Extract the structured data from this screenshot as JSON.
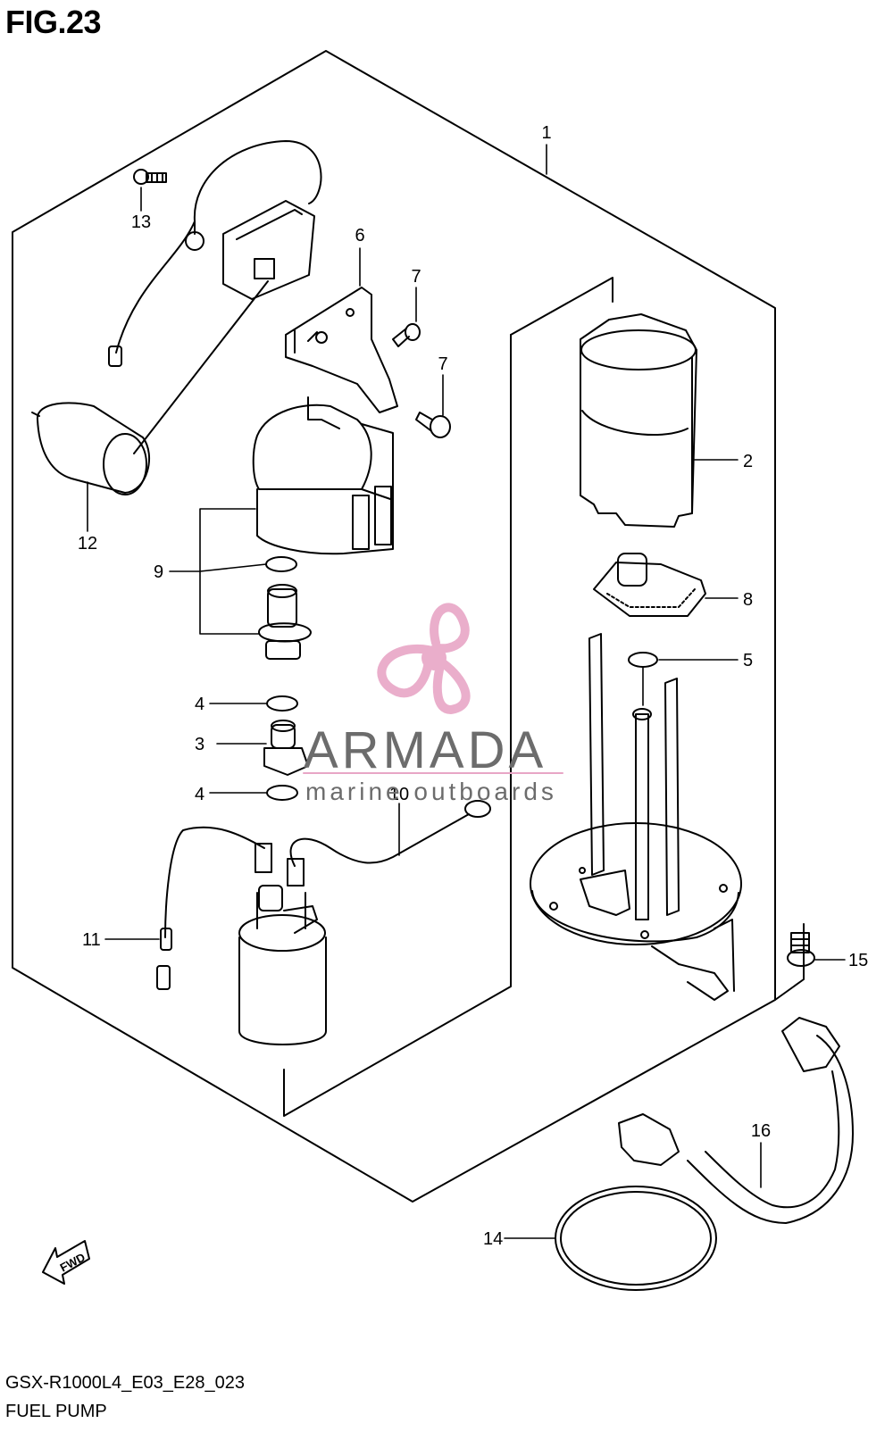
{
  "title": "FIG.23",
  "model_code": "GSX-R1000L4_E03_E28_023",
  "caption": "FUEL PUMP",
  "fwd_label": "FWD",
  "watermark": {
    "name": "ARMADA",
    "tagline": "marine outboards",
    "accent_color": "#e8a6c6",
    "text_color": "#6c6c6c"
  },
  "callouts": [
    {
      "id": "c1",
      "label": "1"
    },
    {
      "id": "c2",
      "label": "2"
    },
    {
      "id": "c3",
      "label": "3"
    },
    {
      "id": "c4a",
      "label": "4"
    },
    {
      "id": "c4b",
      "label": "4"
    },
    {
      "id": "c5",
      "label": "5"
    },
    {
      "id": "c6",
      "label": "6"
    },
    {
      "id": "c7a",
      "label": "7"
    },
    {
      "id": "c7b",
      "label": "7"
    },
    {
      "id": "c8",
      "label": "8"
    },
    {
      "id": "c9",
      "label": "9"
    },
    {
      "id": "c10",
      "label": "10"
    },
    {
      "id": "c11",
      "label": "11"
    },
    {
      "id": "c12",
      "label": "12"
    },
    {
      "id": "c13",
      "label": "13"
    },
    {
      "id": "c14",
      "label": "14"
    },
    {
      "id": "c15",
      "label": "15"
    },
    {
      "id": "c16",
      "label": "16"
    }
  ]
}
